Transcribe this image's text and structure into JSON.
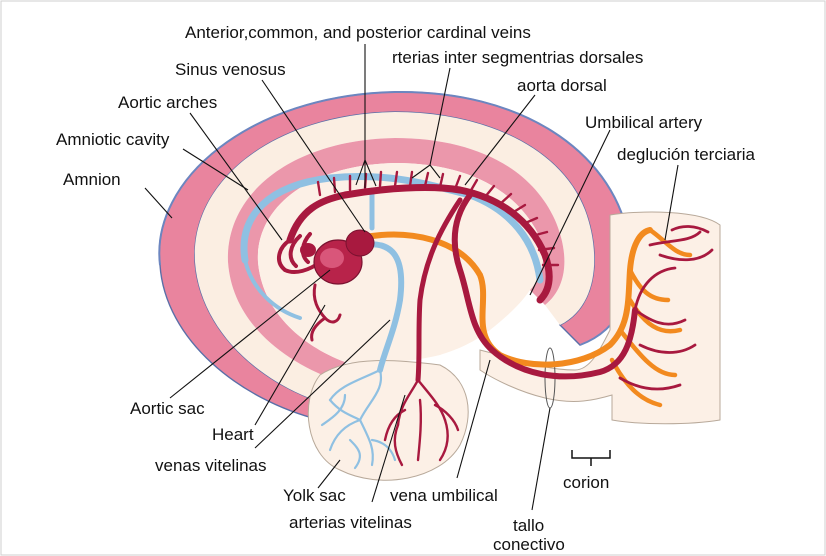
{
  "labels": {
    "cardinal_veins": "Anterior,common, and posterior cardinal veins",
    "intersegmental": "rterias inter segmentrias dorsales",
    "sinus_venosus": "Sinus venosus",
    "aorta_dorsal": "aorta dorsal",
    "aortic_arches": "Aortic arches",
    "umbilical_artery": "Umbilical artery",
    "amniotic_cavity": "Amniotic cavity",
    "deglucion": "deglución terciaria",
    "amnion": "Amnion",
    "aortic_sac": "Aortic sac",
    "heart": "Heart",
    "venas_vitelinas": "venas vitelinas",
    "yolk_sac": "Yolk sac",
    "vena_umbilical": "vena umbilical",
    "corion": "corion",
    "arterias_vitelinas": "arterias vitelinas",
    "tallo": "tallo",
    "conectivo": "conectivo"
  },
  "colors": {
    "amnion_pink": "#e9849e",
    "embryo_cream": "#fbeee2",
    "artery_red": "#a8193f",
    "vein_blue": "#8fc0e2",
    "umbilical_orange": "#f28a1f"
  }
}
